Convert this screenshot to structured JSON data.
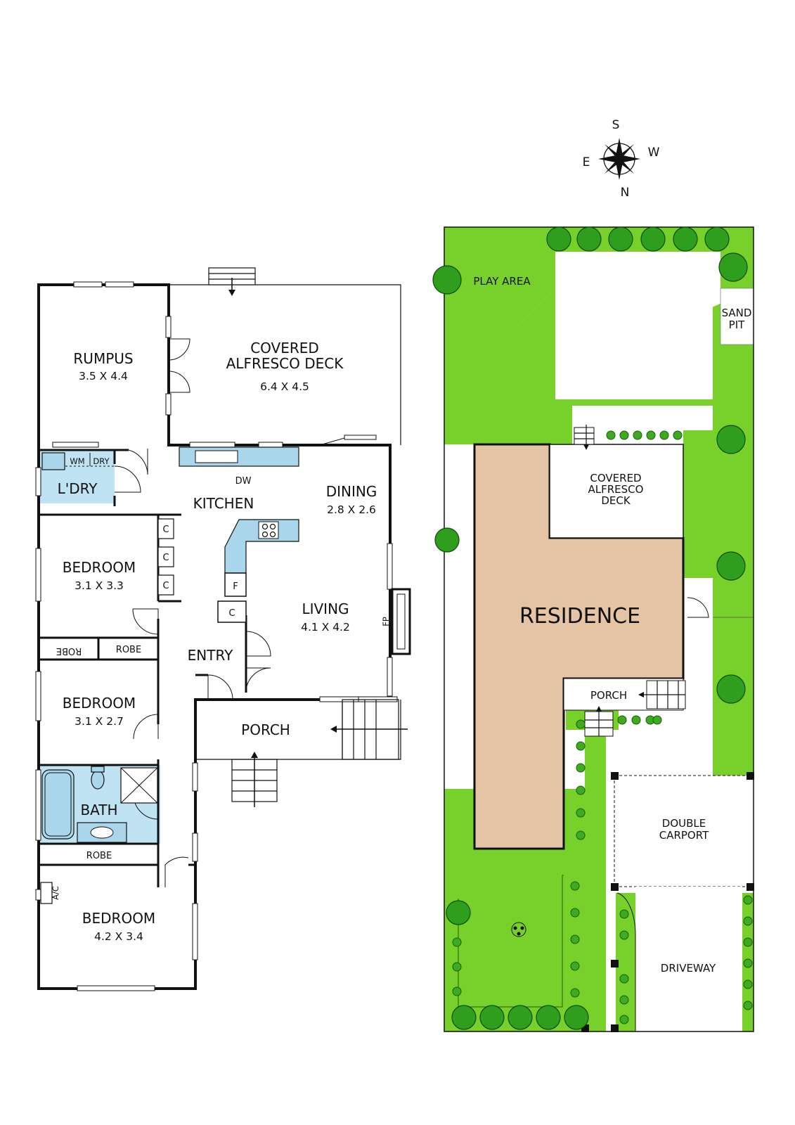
{
  "compass": {
    "n": "N",
    "s": "S",
    "e": "E",
    "w": "W"
  },
  "floorplan": {
    "rumpus": {
      "name": "RUMPUS",
      "dims": "3.5 X 4.4"
    },
    "alfresco": {
      "name_line1": "COVERED",
      "name_line2": "ALFRESCO DECK",
      "dims": "6.4 X 4.5"
    },
    "laundry": {
      "name": "L'DRY",
      "wm": "WM",
      "dry": "DRY"
    },
    "kitchen": {
      "name": "KITCHEN",
      "dw": "DW",
      "fridge": "F",
      "cupboard": "C"
    },
    "dining": {
      "name": "DINING",
      "dims": "2.8 X 2.6"
    },
    "living": {
      "name": "LIVING",
      "dims": "4.1 X 4.2",
      "fp": "FP"
    },
    "entry": {
      "name": "ENTRY"
    },
    "porch": {
      "name": "PORCH"
    },
    "bed1": {
      "name": "BEDROOM",
      "dims": "3.1 X 3.3"
    },
    "bed2": {
      "name": "BEDROOM",
      "dims": "3.1 X 2.7"
    },
    "bed3": {
      "name": "BEDROOM",
      "dims": "4.2 X 3.4"
    },
    "robe_left": "ROBE",
    "robe_right": "ROBE",
    "robe_bottom": "ROBE",
    "bath": {
      "name": "BATH"
    },
    "ac": "A/C"
  },
  "site": {
    "play_area": "PLAY AREA",
    "sand_pit_line1": "SAND",
    "sand_pit_line2": "PIT",
    "deck_line1": "COVERED",
    "deck_line2": "ALFRESCO",
    "deck_line3": "DECK",
    "residence": "RESIDENCE",
    "porch": "PORCH",
    "carport_line1": "DOUBLE",
    "carport_line2": "CARPORT",
    "driveway": "DRIVEWAY"
  },
  "colors": {
    "grass": "#78d12a",
    "hedge": "#3daa1f",
    "residence": "#e4c4a4",
    "wet_area": "#bfe3f2"
  }
}
